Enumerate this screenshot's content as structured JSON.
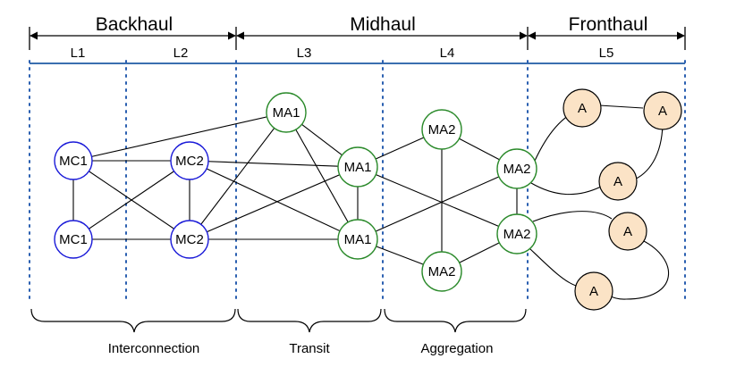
{
  "headers": {
    "backhaul": "Backhaul",
    "midhaul": "Midhaul",
    "fronthaul": "Fronthaul"
  },
  "layers": {
    "l1": "L1",
    "l2": "L2",
    "l3": "L3",
    "l4": "L4",
    "l5": "L5"
  },
  "nodes": {
    "mc1_top": "MC1",
    "mc2_top": "MC2",
    "mc1_bottom": "MC1",
    "mc2_bottom": "MC2",
    "ma1_top": "MA1",
    "ma1_mid": "MA1",
    "ma1_bottom": "MA1",
    "ma2_top": "MA2",
    "ma2_bottom": "MA2",
    "ma2_right_top": "MA2",
    "ma2_right_bottom": "MA2",
    "a1": "A",
    "a2": "A",
    "a3": "A",
    "a4": "A",
    "a5": "A"
  },
  "groups": {
    "interconnection": "Interconnection",
    "transit": "Transit",
    "aggregation": "Aggregation"
  },
  "colors": {
    "mc_stroke": "#1a1ad8",
    "ma_stroke": "#2b8a2b",
    "a_fill": "#fbe3c6",
    "layer_line": "#3a6fb0"
  }
}
